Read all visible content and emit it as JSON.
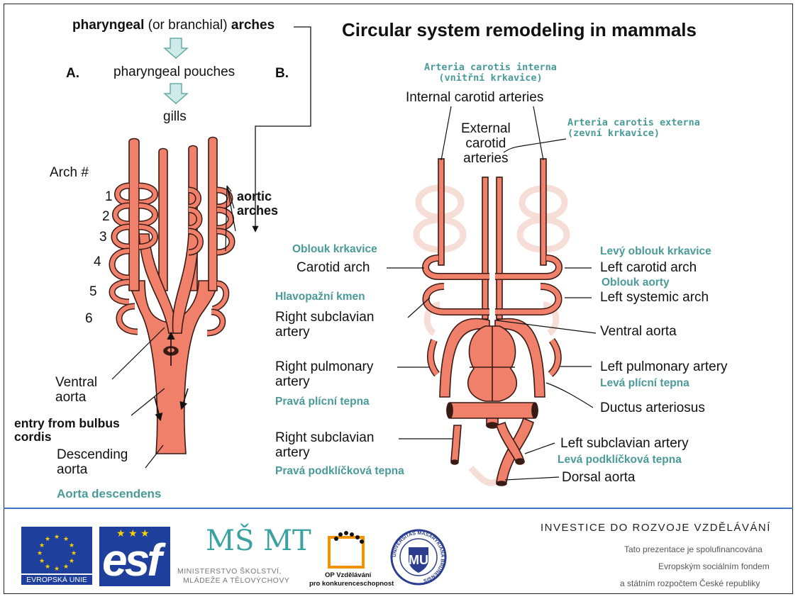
{
  "title": "Circular system remodeling in mammals",
  "panel_a": {
    "label": "A.",
    "flow_top_bold1": "pharyngeal",
    "flow_top_mid": " (or branchial) ",
    "flow_top_bold2": "arches",
    "flow_pouches": "pharyngeal pouches",
    "flow_gills": "gills",
    "arch_hash": "Arch #",
    "arch_numbers": [
      "1",
      "2",
      "3",
      "4",
      "5",
      "6"
    ],
    "aortic_arches": "aortic\narches",
    "ventral_aorta": "Ventral\naorta",
    "entry_bulbus": "entry from bulbus\ncordis",
    "descending_aorta": "Descending\naorta",
    "aorta_descendens": "Aorta descendens"
  },
  "panel_b": {
    "label": "B.",
    "arteria_carotis_interna": "Arteria carotis interna\n(vnitřní krkavice)",
    "internal_carotid": "Internal carotid arteries",
    "external_carotid": "External\ncarotid\narteries",
    "arteria_carotis_externa": "Arteria carotis externa\n(zevní krkavice)",
    "oblouk_krkavice": "Oblouk krkavice",
    "carotid_arch": "Carotid arch",
    "hlavopazni_kmen": "Hlavopažní kmen",
    "right_subclavian_1": "Right subclavian\nartery",
    "right_pulmonary": "Right pulmonary\nartery",
    "prava_plicni": "Pravá plícní tepna",
    "right_subclavian_2": "Right subclavian\nartery",
    "prava_podklickova": "Pravá podklíčková tepna",
    "levy_oblouk_krkavice": "Levý oblouk krkavice",
    "left_carotid_arch": "Left carotid arch",
    "oblouk_aorty": "Oblouk aorty",
    "left_systemic_arch": "Left systemic arch",
    "ventral_aorta": "Ventral aorta",
    "left_pulmonary": "Left pulmonary artery",
    "leva_plicni": "Levá plícní tepna",
    "ductus_arteriosus": "Ductus arteriosus",
    "left_subclavian": "Left subclavian artery",
    "leva_podklickova": "Levá podklíčková tepna",
    "dorsal_aorta": "Dorsal aorta"
  },
  "footer": {
    "eu_label": "EVROPSKÁ UNIE",
    "esf_label": "esf",
    "msmt_logo": "MŠ MT",
    "msmt_line1": "MINISTERSTVO ŠKOLSTVÍ,",
    "msmt_line2": "MLÁDEŽE A TĚLOVÝCHOVY",
    "op_line1": "OP Vzdělávání",
    "op_line2": "pro konkurenceschopnost",
    "muni_ring": "UNIVERSITAS MASARYKIANA BRUNENSIS",
    "muni_letters": "MU",
    "heading": "INVESTICE DO ROZVOJE VZDĚLÁVÁNÍ",
    "line1": "Tato prezentace je spolufinancována",
    "line2": "Evropským sociálním fondem",
    "line3": "a státním rozpočtem České republiky"
  },
  "colors": {
    "artery": "#f0806a",
    "artery_stroke": "#3a1a14",
    "faded": "#f6ddd6",
    "czech_text": "#4a9a9a",
    "eu_blue": "#1f3f9c",
    "eu_star": "#f7d000",
    "footer_line": "#3f73c4"
  }
}
